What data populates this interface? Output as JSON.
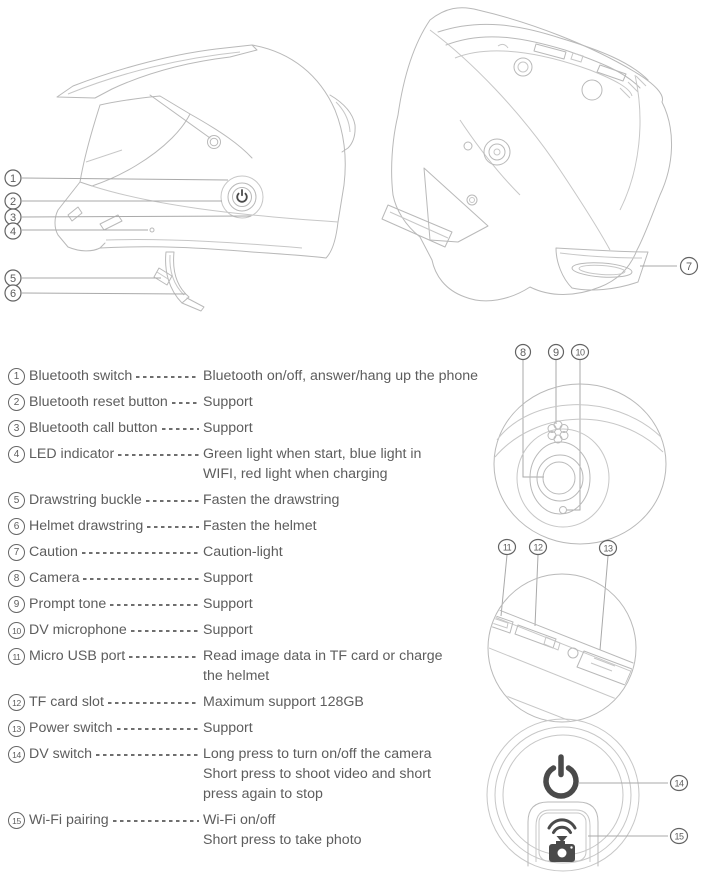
{
  "document": {
    "type": "helmet-camera-user-manual-diagram"
  },
  "colors": {
    "line_art": "#b9b9b9",
    "leader_line": "#a9a9a9",
    "text": "#5d5d5d",
    "dark_icon": "#4a4a4a",
    "background": "#ffffff"
  },
  "icons": {
    "power": "power-icon",
    "wifi": "wifi-icon",
    "camera": "camera-icon",
    "speaker_grille": "speaker-grille-icon"
  },
  "callouts": {
    "1": "1",
    "2": "2",
    "3": "3",
    "4": "4",
    "5": "5",
    "6": "6",
    "7": "7",
    "8": "8",
    "9": "9",
    "10": "10",
    "11": "11",
    "12": "12",
    "13": "13",
    "14": "14",
    "15": "15"
  },
  "legend": {
    "items": [
      {
        "num": "1",
        "term": "Bluetooth switch",
        "desc": "Bluetooth on/off, answer/hang up the phone"
      },
      {
        "num": "2",
        "term": "Bluetooth reset button",
        "desc": "Support"
      },
      {
        "num": "3",
        "term": "Bluetooth call button",
        "desc": "Support"
      },
      {
        "num": "4",
        "term": "LED indicator",
        "desc": "Green light when start, blue light in\nWIFI, red light when charging"
      },
      {
        "num": "5",
        "term": "Drawstring buckle",
        "desc": "Fasten the drawstring"
      },
      {
        "num": "6",
        "term": "Helmet drawstring",
        "desc": "Fasten the helmet"
      },
      {
        "num": "7",
        "term": "Caution",
        "desc": "Caution-light"
      },
      {
        "num": "8",
        "term": "Camera",
        "desc": "Support"
      },
      {
        "num": "9",
        "term": "Prompt tone",
        "desc": "Support"
      },
      {
        "num": "10",
        "term": "DV microphone",
        "desc": "Support"
      },
      {
        "num": "11",
        "term": "Micro USB port",
        "desc": "Read image data in TF card or charge\nthe helmet"
      },
      {
        "num": "12",
        "term": "TF card slot",
        "desc": "Maximum support 128GB"
      },
      {
        "num": "13",
        "term": "Power switch",
        "desc": "Support"
      },
      {
        "num": "14",
        "term": "DV switch",
        "desc": "Long press to turn on/off the camera\nShort press to shoot video and short\npress again to stop"
      },
      {
        "num": "15",
        "term": "Wi-Fi pairing",
        "desc": "Wi-Fi on/off\nShort press to take photo"
      }
    ]
  }
}
